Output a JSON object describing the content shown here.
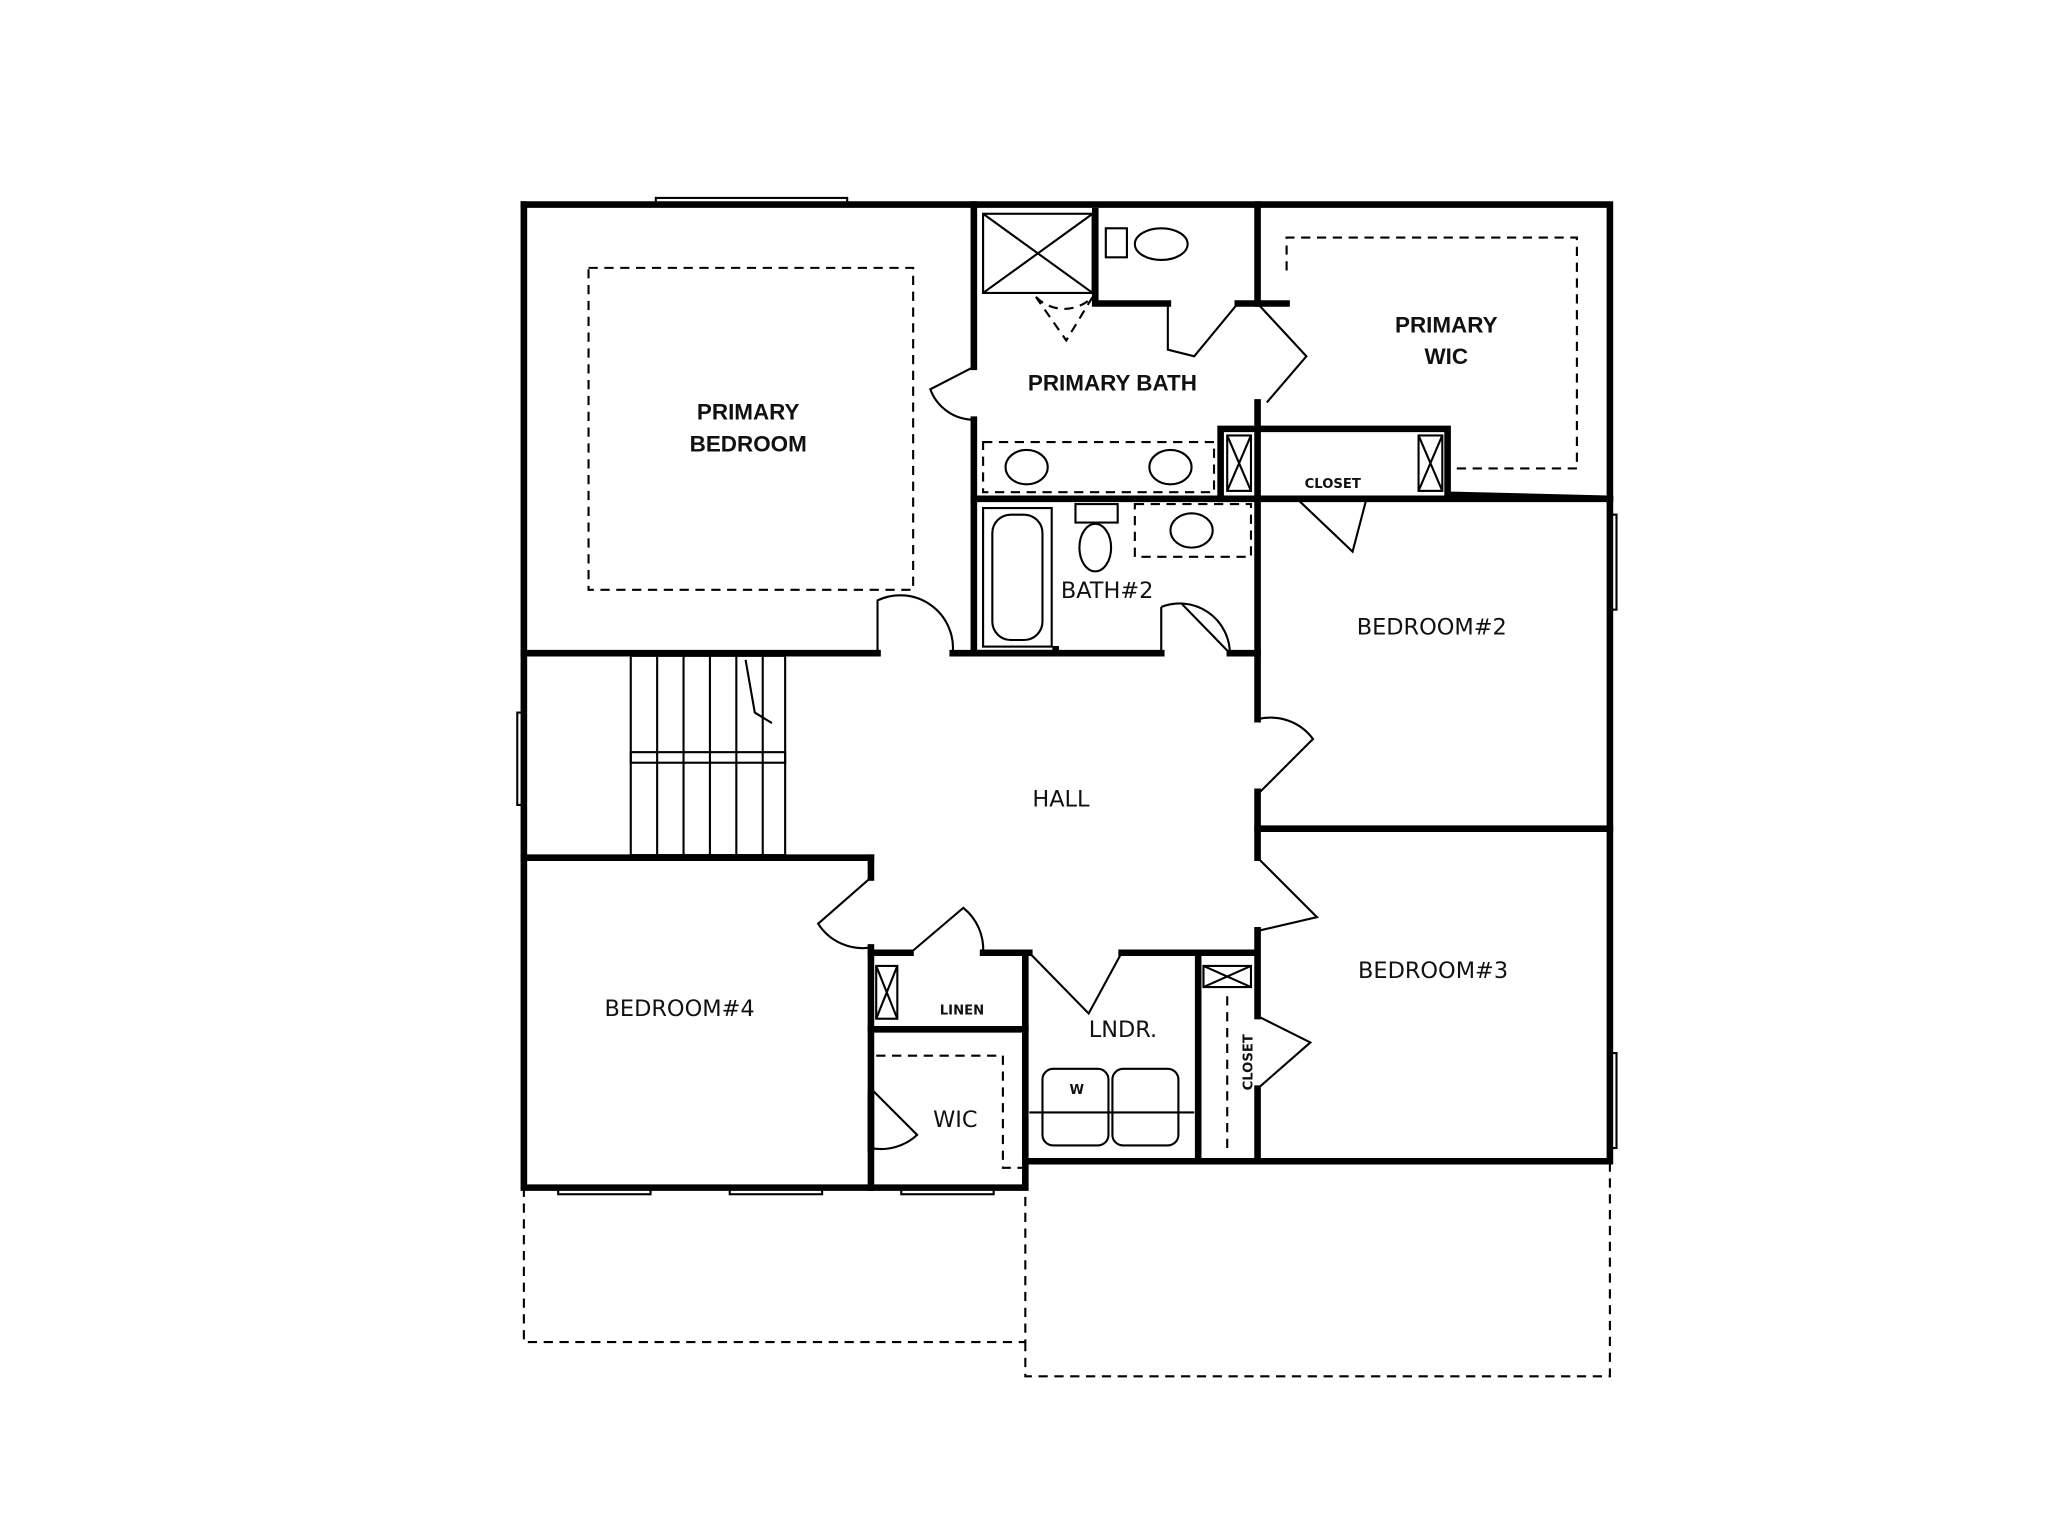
{
  "plan": {
    "rooms": {
      "primary_bedroom": [
        "PRIMARY",
        "BEDROOM"
      ],
      "primary_bath": "PRIMARY BATH",
      "primary_wic": [
        "PRIMARY",
        "WIC"
      ],
      "closet_top": "CLOSET",
      "bath2": "BATH#2",
      "bedroom2": "BEDROOM#2",
      "hall": "HALL",
      "bedroom3": "BEDROOM#3",
      "bedroom4": "BEDROOM#4",
      "linen": "LINEN",
      "laundry": "LNDR.",
      "washer": "W",
      "wic": "WIC",
      "closet_side": "CLOSET"
    },
    "colors": {
      "line": "#000000",
      "background": "#ffffff"
    }
  }
}
